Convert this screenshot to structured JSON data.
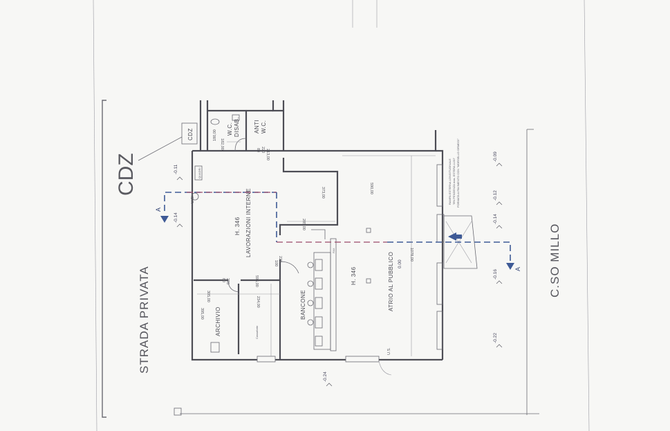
{
  "labels": {
    "cdz_big": "CDZ",
    "cdz_small": "CDZ",
    "street_left": "STRADA PRIVATA",
    "street_right": "C.SO MILLO",
    "room_lavorazioni": "LAVORAZIONI INTERNE",
    "room_lavorazioni_h": "H. 346",
    "room_atrio": "ATRIO AL PUBBLICO",
    "room_atrio_h": "H. 346",
    "room_bancone": "BANCONE",
    "room_archivio": "ARCHIVIO",
    "room_wc_disab_1": "W.C.",
    "room_wc_disab_2": "DISAB.",
    "room_anti_1": "ANTI",
    "room_anti_2": "W.C.",
    "quadri": "QUADRI",
    "casseforte": "Cassaforte",
    "fax": "FAX",
    "us_top": "U.S.",
    "us_bottom": "U.S."
  },
  "dimensions": {
    "d_182": "182,00",
    "d_180": "180,00",
    "d_213": "213,00",
    "d_80_220_wc": "80",
    "d_80_220_wc_b": "220",
    "d_373": "373,00",
    "d_590": "590,00",
    "d_285": "285,00",
    "d_1078": "1078,00",
    "d_100": "100",
    "d_220_door": "220",
    "d_595": "595,00",
    "d_80_220_arch": "80",
    "d_80_220_arch_b": "220",
    "d_305": "305,00",
    "d_234": "234,00",
    "d_395": "395,00"
  },
  "levels": {
    "l_011": "-0.11",
    "l_014_left": "-0.14",
    "l_009": "-0.09",
    "l_012": "-0.12",
    "l_014_right": "-0.14",
    "l_016": "-0.16",
    "l_022": "-0.22",
    "l_024": "-0.24",
    "l_000": "0.00"
  },
  "section": {
    "marker_left": "A",
    "marker_right": "A"
  },
  "notes": {
    "ramp_1": "RAMPA ESTERNA LONGITUDINALE",
    "ramp_2": "\"8% PENDENZA mas. ESTERA LUXI\"",
    "ramp_3": "FORMATA A PAVIMENTO CON \"MORSELLO ORMEGI\""
  },
  "colors": {
    "walls": "#4d4d55",
    "section_line": "#3e5a96",
    "section_line_right": "#9a4a6a",
    "arrow": "#3e5a96"
  }
}
